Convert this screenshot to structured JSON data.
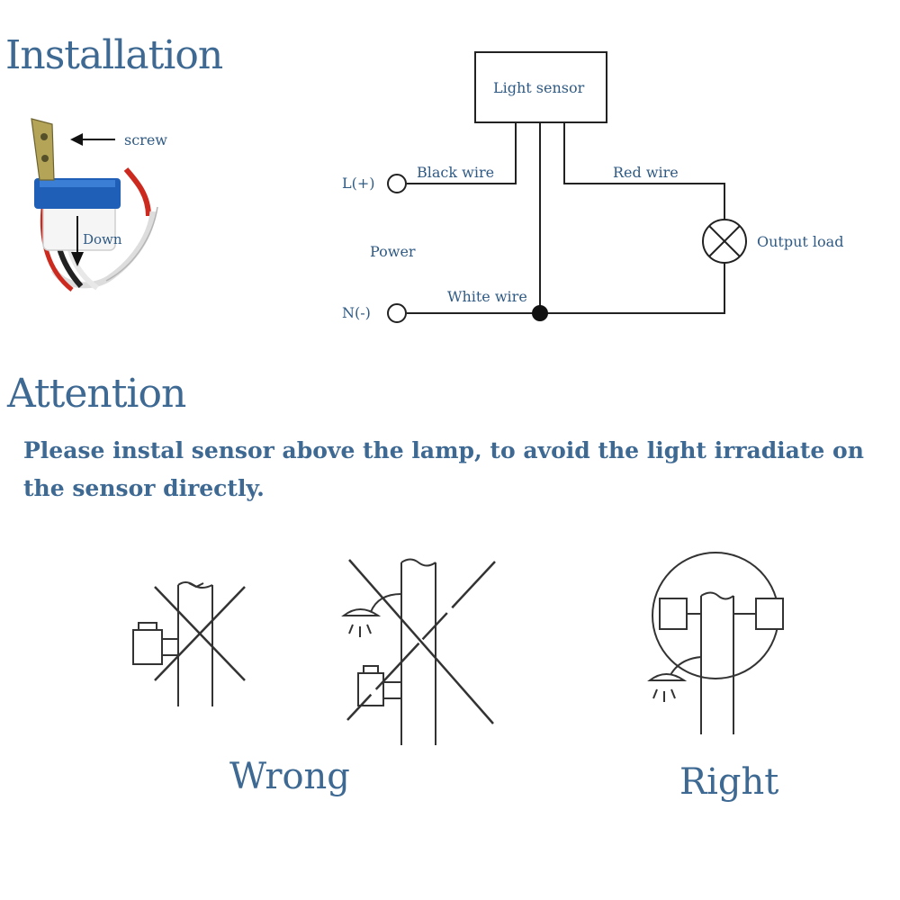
{
  "installation": {
    "heading": "Installation",
    "screw_label": "screw",
    "down_label": "Down"
  },
  "circuit": {
    "sensor_label": "Light sensor",
    "black_wire": "Black wire",
    "red_wire": "Red wire",
    "white_wire": "White wire",
    "l_terminal": "L(+)",
    "n_terminal": "N(-)",
    "power_label": "Power",
    "output_label": "Output load"
  },
  "attention": {
    "heading": "Attention",
    "text": "Please instal sensor above the lamp, to avoid the light irradiate on the sensor directly."
  },
  "results": {
    "wrong": "Wrong",
    "right": "Right"
  },
  "colors": {
    "heading": "#3e6993",
    "label": "#2f5a84",
    "line": "#222222",
    "sensor_blue": "#1f5fb8",
    "wire_red": "#cc2a1f"
  }
}
